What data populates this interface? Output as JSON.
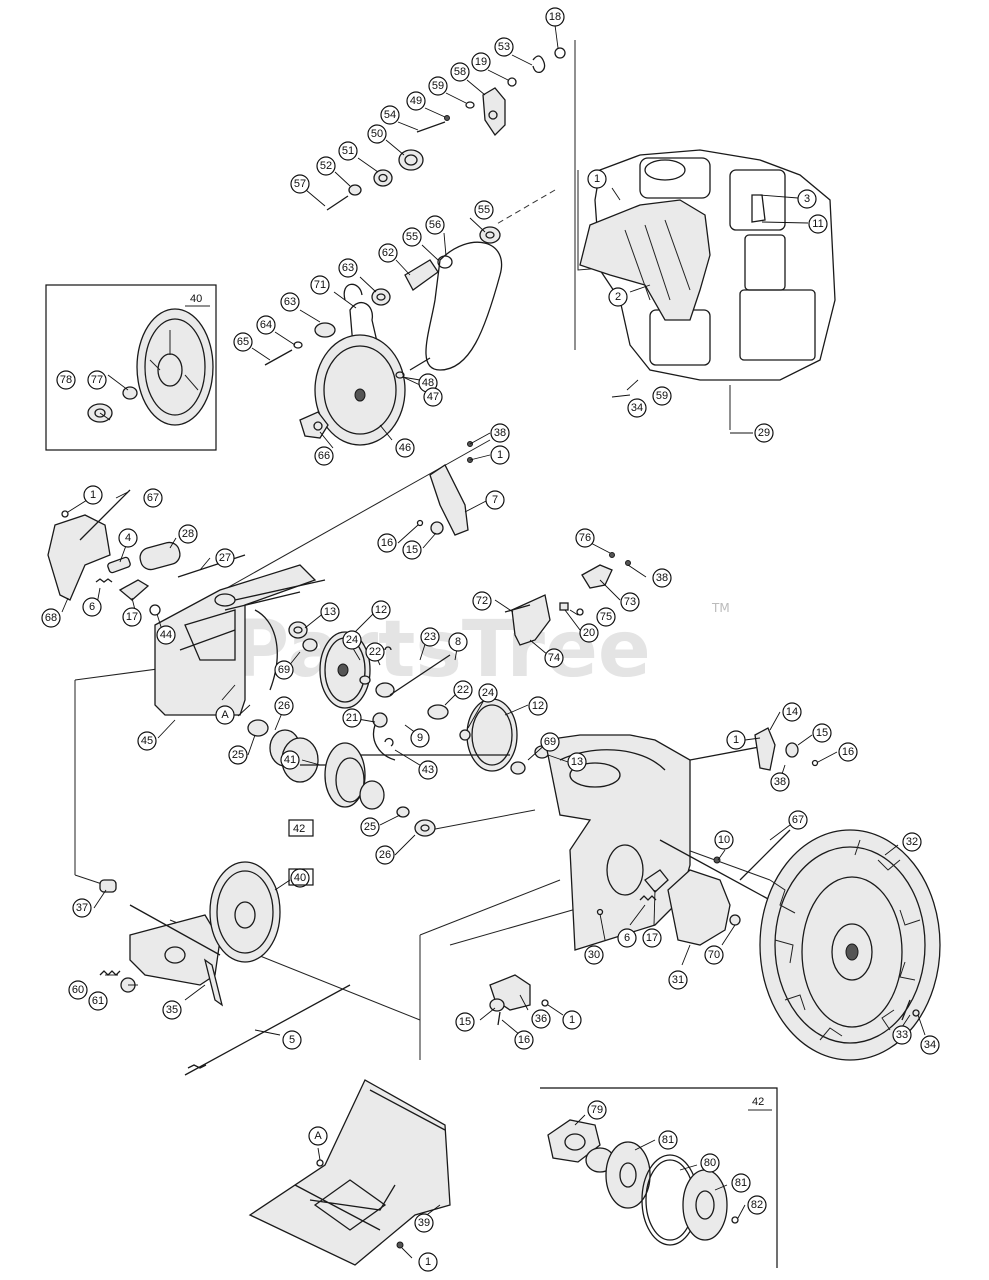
{
  "watermark": "PartsTree",
  "trademark": "TM",
  "reference_letter": "A",
  "box_labels": [
    "40",
    "42"
  ],
  "callouts": [
    "1",
    "2",
    "3",
    "4",
    "5",
    "6",
    "7",
    "8",
    "9",
    "10",
    "11",
    "12",
    "13",
    "14",
    "15",
    "16",
    "17",
    "18",
    "19",
    "20",
    "21",
    "22",
    "23",
    "24",
    "25",
    "26",
    "27",
    "28",
    "29",
    "30",
    "31",
    "32",
    "33",
    "34",
    "35",
    "36",
    "37",
    "38",
    "39",
    "40",
    "41",
    "42",
    "43",
    "44",
    "45",
    "46",
    "47",
    "48",
    "49",
    "50",
    "51",
    "52",
    "53",
    "54",
    "55",
    "56",
    "57",
    "58",
    "59",
    "60",
    "61",
    "62",
    "63",
    "64",
    "65",
    "66",
    "67",
    "68",
    "69",
    "70",
    "71",
    "72",
    "73",
    "74",
    "75",
    "76",
    "77",
    "78",
    "79",
    "80",
    "81",
    "82"
  ]
}
